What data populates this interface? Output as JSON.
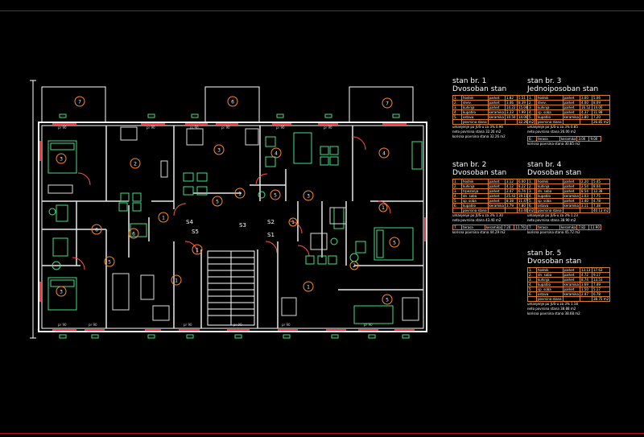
{
  "plan": {
    "rooms": {
      "top_balconies": [
        "7",
        "6",
        "7"
      ],
      "unit_rooms": [
        "3",
        "2",
        "3",
        "4",
        "3",
        "4",
        "5",
        "5",
        "2",
        "1",
        "1",
        "2",
        "6",
        "6",
        "5",
        "3",
        "1",
        "1",
        "5",
        "1",
        "3",
        "5"
      ],
      "stair_labels": [
        "S4",
        "S5",
        "S3",
        "S2",
        "S1"
      ],
      "window_tags": [
        "pr 90",
        "pr 90",
        "pr 90",
        "pr 90",
        "pr 90",
        "pr 90",
        "pr 90",
        "pr 90",
        "pr 90",
        "pr 90",
        "pr 90",
        "pr 90"
      ]
    }
  },
  "tables": [
    {
      "title": "stan br. 1",
      "subtitle": "Dvosoban stan",
      "rows": [
        [
          "1.",
          "hodnik",
          "parket",
          "1.82",
          "5.51"
        ],
        [
          "2.",
          "dnev.",
          "parket",
          "3.46",
          "8.39"
        ],
        [
          "3.",
          "kuhinja",
          "parket",
          "14.22",
          "15.04"
        ],
        [
          "4.",
          "kupatilo",
          "keramika",
          "3.33",
          "7.99"
        ],
        [
          "5.",
          "ostava",
          "keramika",
          "10.50",
          "14.00"
        ],
        [
          "",
          "povrsina stana",
          "",
          "",
          "32.26 m2"
        ]
      ],
      "notes": [
        "umanjenje po JUS-u za 3% 0.96",
        "neto povrsina stana 32.26 m2",
        "korisna povrsina stana 32.26 m2"
      ]
    },
    {
      "title": "stan br. 2",
      "subtitle": "Dvosoban stan",
      "rows": [
        [
          "1.",
          "hodnik",
          "parket",
          "3.12",
          "6.00"
        ],
        [
          "2.",
          "kuhinja",
          "parket",
          "4.12",
          "8.22"
        ],
        [
          "3.",
          "trpezarija",
          "parket",
          "2.47",
          "6.74"
        ],
        [
          "4.",
          "dn. soba",
          "parket",
          "25.43",
          "19.15"
        ],
        [
          "5.",
          "sp. soba",
          "parket",
          "8.38",
          "11.47"
        ],
        [
          "6.",
          "kupatilo",
          "keramika",
          "3.79",
          "7.80"
        ],
        [
          "",
          "povrsina stana",
          "",
          "",
          "43.40 m2"
        ]
      ],
      "notes": [
        "umanjenje po JUS-u za 3% 1.30",
        "neto povrsina stana 43.40 m2",
        "korisna povrsina stana 44.29 m2"
      ],
      "extra": [
        "7.",
        "terasa",
        "keramika",
        "7.20",
        "11.76"
      ]
    },
    {
      "title": "stan br. 3",
      "subtitle": "Jednoiposoban stan",
      "rows": [
        [
          "1.",
          "hodnik",
          "parket",
          "3.00",
          "5.06"
        ],
        [
          "2.",
          "dnev.",
          "parket",
          "4.00",
          "8.09"
        ],
        [
          "3.",
          "kuhinja",
          "parket",
          "16.52",
          "14.00"
        ],
        [
          "4.",
          "sp. soba",
          "parket",
          "4.37",
          "11.98"
        ],
        [
          "5.",
          "kupatilo",
          "keramika",
          "3.80",
          "7.20"
        ],
        [
          "",
          "povrsina stana",
          "",
          "",
          "26.85 m2"
        ]
      ],
      "notes": [
        "umanjenje po JUS-u za 3% 0.85",
        "neto povrsina stana 26.00 m2"
      ],
      "extra": [
        "6.",
        "terasa",
        "keramika",
        "3.00",
        "9.00"
      ],
      "tail": "korisna povrsina stana 30.85 m2"
    },
    {
      "title": "stan br. 4",
      "subtitle": "Dvosoban stan",
      "rows": [
        [
          "1.",
          "hodnik",
          "parket",
          "2.20",
          "5.45"
        ],
        [
          "2.",
          "kuhinja",
          "parket",
          "2.54",
          "8.04"
        ],
        [
          "3.",
          "dn. soba",
          "parket",
          "8.54",
          "12.38"
        ],
        [
          "4.",
          "kupatilo",
          "keramika",
          "3.03",
          "7.75"
        ],
        [
          "5.",
          "sp. soba",
          "parket",
          "1.40",
          "4.78"
        ],
        [
          "6.",
          "ostava",
          "keramika",
          "3.11",
          "7.38"
        ],
        [
          "",
          "povrsina stana",
          "",
          "",
          "40.13 m2"
        ]
      ],
      "notes": [
        "umanjenje po JUS-u za 3% 1.23",
        "neto povrsina stana 38.90 m2"
      ],
      "extra": [
        "7.",
        "terasa",
        "keramika",
        "7.82",
        "11.90"
      ],
      "tail": "korisna povrsina stana 45.72 m2"
    },
    {
      "title": "stan br. 5",
      "subtitle": "Dvosoban stan",
      "rows": [
        [
          "1.",
          "hodnik",
          "parket",
          "13.13",
          "17.63"
        ],
        [
          "2.",
          "dn. soba",
          "parket",
          "4.72",
          "9.17"
        ],
        [
          "3.",
          "kuhinja",
          "parket",
          "8.74",
          "13.53"
        ],
        [
          "4.",
          "kupatilo",
          "keramika",
          "3.69",
          "7.49"
        ],
        [
          "5.",
          "sp. soba",
          "parket",
          "1.50",
          "5.17"
        ],
        [
          "6.",
          "ostava",
          "keramika",
          "2.47",
          "6.78"
        ],
        [
          "",
          "povrsina stana",
          "",
          "",
          "38.75 m2"
        ]
      ],
      "notes": [
        "umanjenje po JUS-u za 3% 1.18",
        "neto povrsina stana 38.88 m2",
        "korisna povrsina stana 38.68 m2"
      ]
    }
  ]
}
